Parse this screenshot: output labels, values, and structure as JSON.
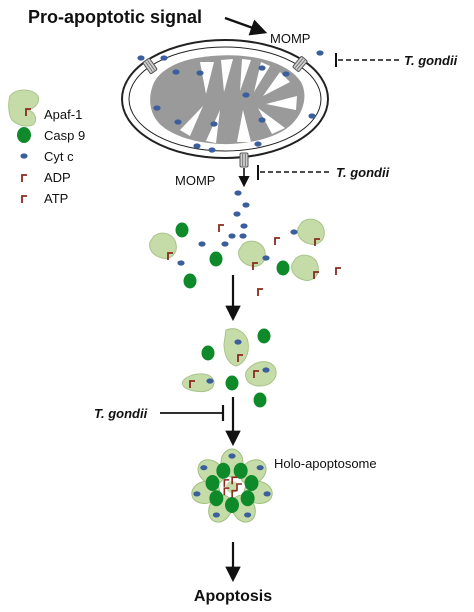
{
  "title": "Pro-apoptotic signal",
  "outcome": "Apoptosis",
  "labels": {
    "momp_top": "MOMP",
    "momp_bottom": "MOMP",
    "inhibitor_top": "T. gondii",
    "inhibitor_middle": "T. gondii",
    "inhibitor_bottom": "T. gondii",
    "complex": "Holo-apoptosome"
  },
  "legend": [
    {
      "label": "Apaf-1",
      "icon": "apaf1-icon"
    },
    {
      "label": "Casp 9",
      "icon": "casp9-icon"
    },
    {
      "label": "Cyt c",
      "icon": "cytc-icon"
    },
    {
      "label": "ADP",
      "icon": "adp-icon"
    },
    {
      "label": "ATP",
      "icon": "atp-icon"
    }
  ],
  "colors": {
    "apaf1": "#c6dca8",
    "apaf1_stroke": "#9fbf7f",
    "casp9": "#0f8a2a",
    "cytc": "#3b5f9c",
    "nucleotide": "#8b2a1e",
    "mito_fill": "#9a9a9a",
    "line": "#111111"
  }
}
